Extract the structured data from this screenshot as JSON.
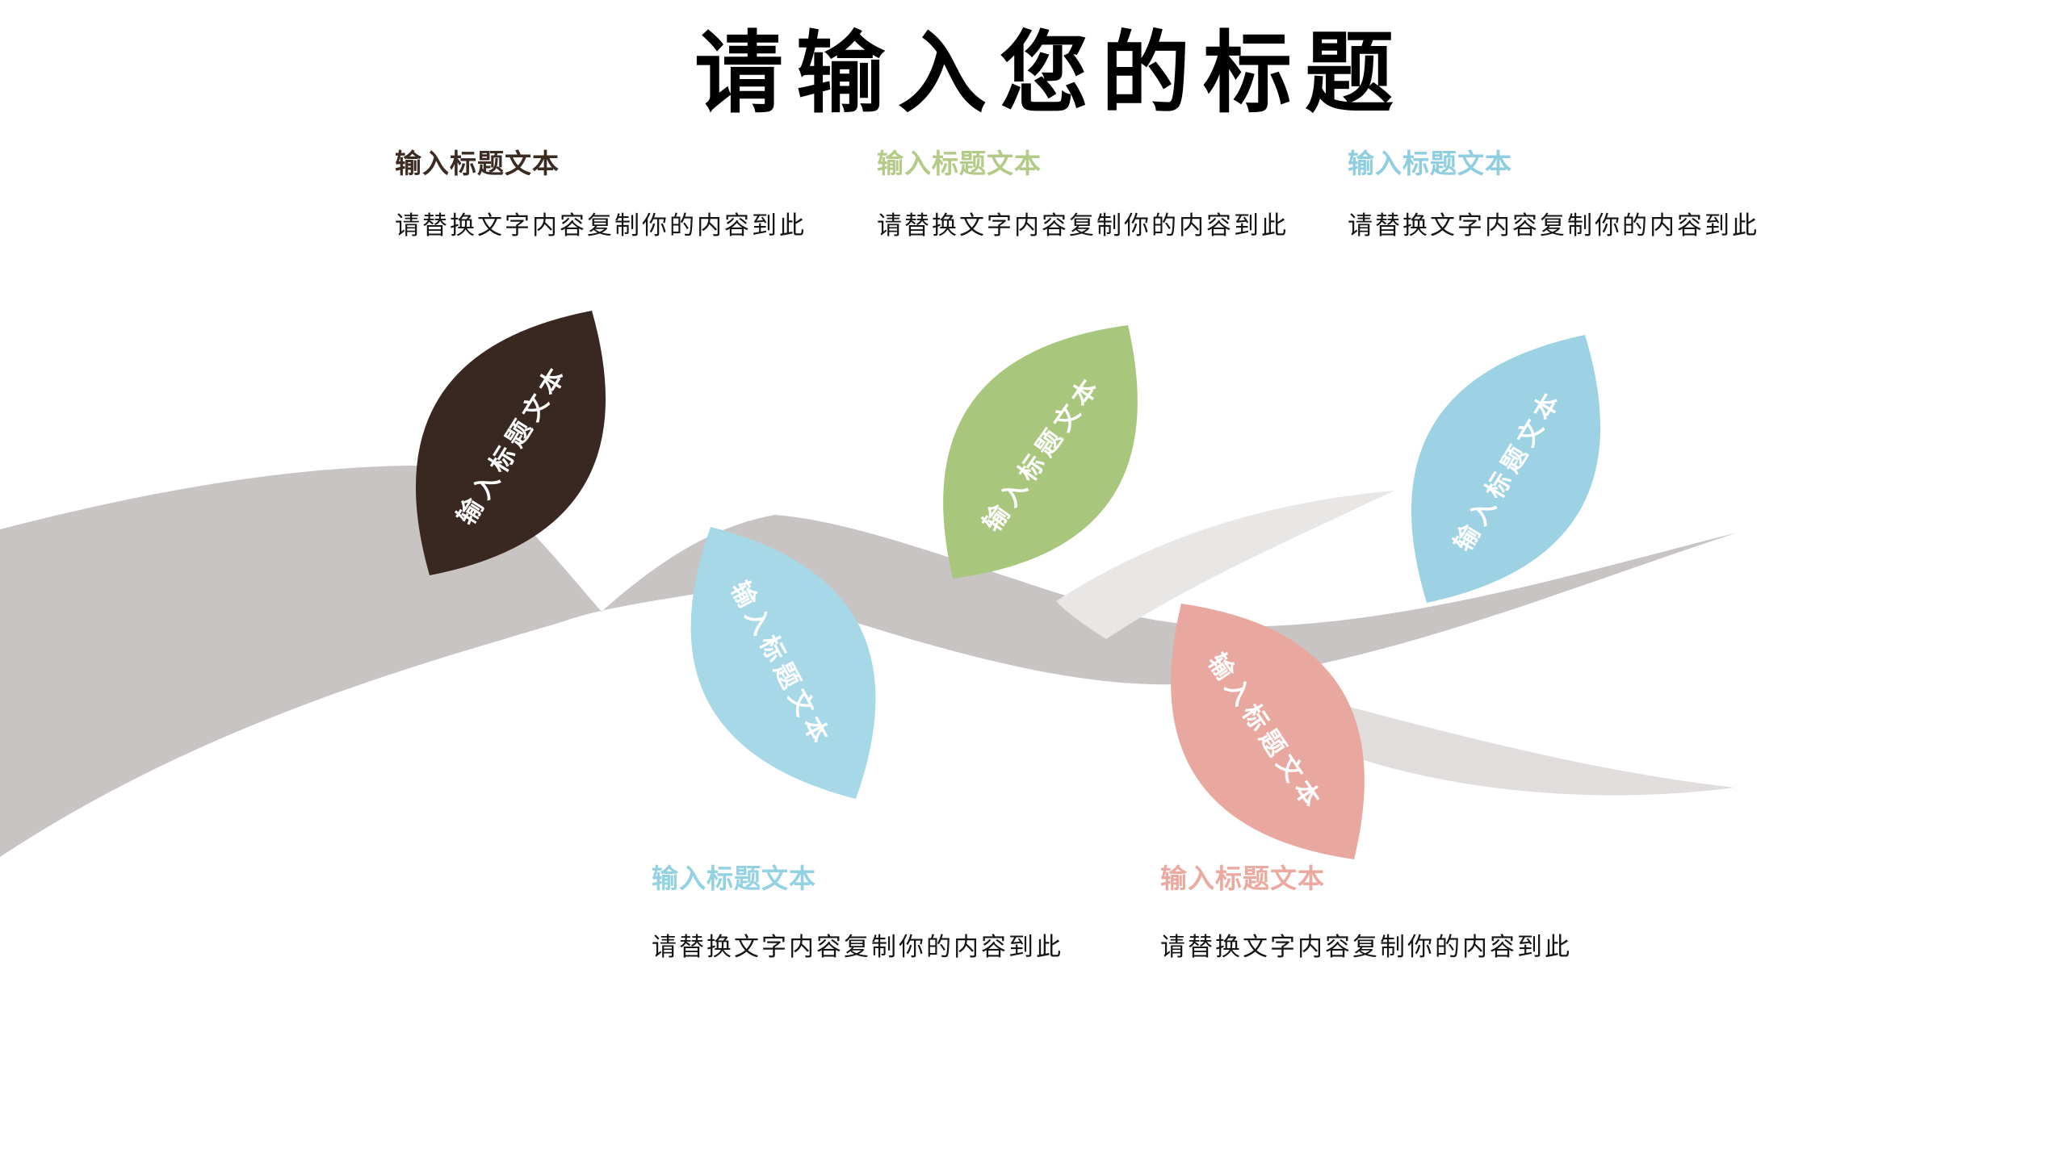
{
  "slide": {
    "title": "请输入您的标题",
    "background": "#ffffff"
  },
  "top_items": [
    {
      "label": "输入标题文本",
      "body": "请替换文字内容复制你的内容到此",
      "color": "#3B2B22"
    },
    {
      "label": "输入标题文本",
      "body": "请替换文字内容复制你的内容到此",
      "color": "#B3CB87"
    },
    {
      "label": "输入标题文本",
      "body": "请替换文字内容复制你的内容到此",
      "color": "#8FCEE1"
    }
  ],
  "bottom_items": [
    {
      "label": "输入标题文本",
      "body": "请替换文字内容复制你的内容到此",
      "color": "#92D2E3"
    },
    {
      "label": "输入标题文本",
      "body": "请替换文字内容复制你的内容到此",
      "color": "#ECA9A0"
    }
  ],
  "leaves": [
    {
      "name": "dark-brown-leaf",
      "label": "输入标题文本",
      "color": "#392821"
    },
    {
      "name": "light-blue-leaf-lower",
      "label": "输入标题文本",
      "color": "#A7D8E8"
    },
    {
      "name": "green-leaf",
      "label": "输入标题文本",
      "color": "#A9C67D"
    },
    {
      "name": "pink-leaf",
      "label": "输入标题文本",
      "color": "#E9A89F"
    },
    {
      "name": "blue-leaf-right",
      "label": "输入标题文本",
      "color": "#9CD2E4"
    }
  ],
  "branch": {
    "main_color": "#C8C4C3",
    "twig_color": "#E9E7E6",
    "lower_color": "#E0DDDC"
  },
  "colors": {
    "title_text": "#000000",
    "body_text": "#161616",
    "leaf_label_text": "#FFFFFF"
  }
}
